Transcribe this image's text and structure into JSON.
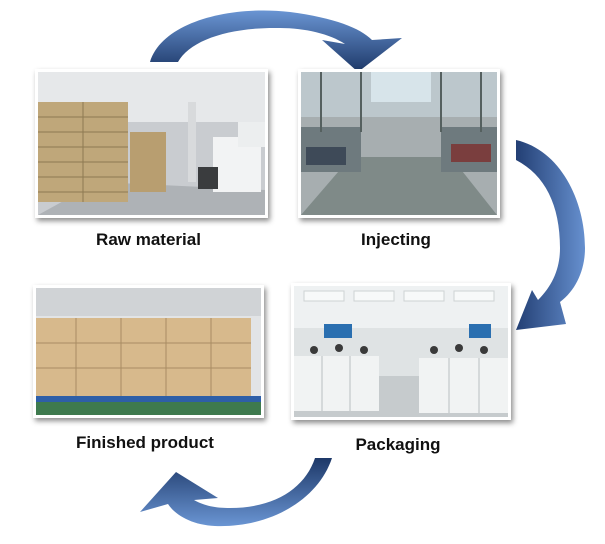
{
  "steps": {
    "raw_material": {
      "label": "Raw material"
    },
    "injecting": {
      "label": "Injecting"
    },
    "packaging": {
      "label": "Packaging"
    },
    "finished_product": {
      "label": "Finished product"
    }
  },
  "colors": {
    "arrow_dark": "#1f3a6b",
    "arrow_light": "#5a86c8"
  }
}
